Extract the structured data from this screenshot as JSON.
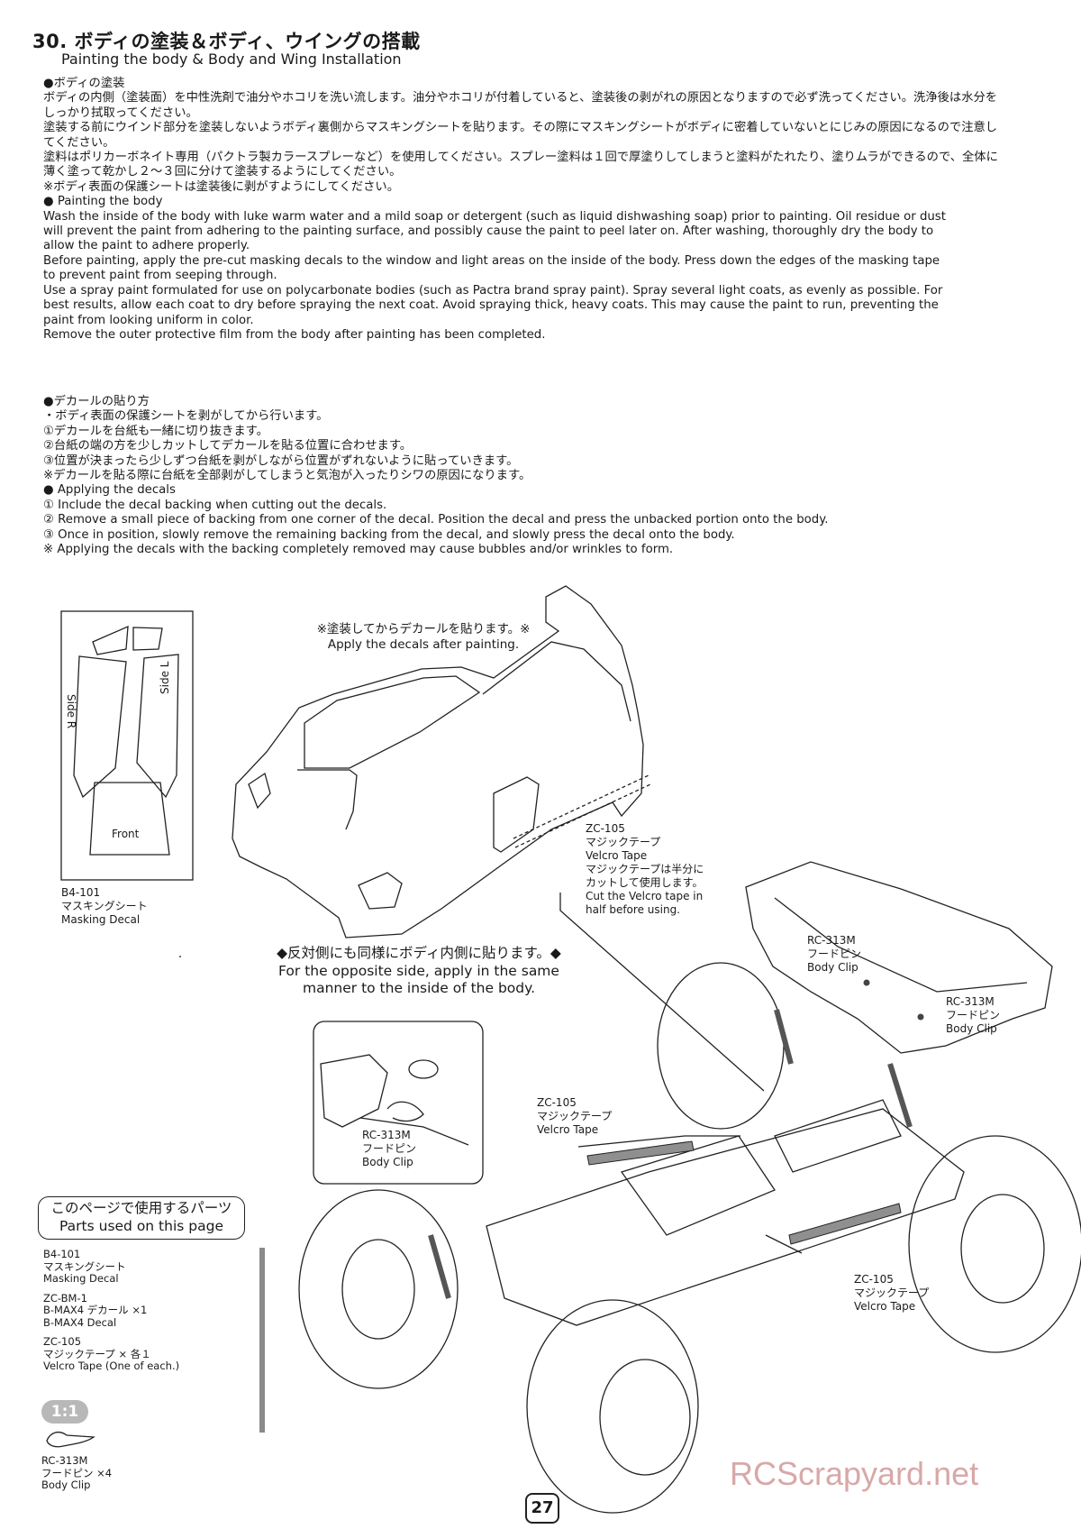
{
  "header": {
    "title_jp": "30. ボディの塗装＆ボディ、ウイングの搭載",
    "title_en": "Painting the body & Body and Wing Installation"
  },
  "painting": {
    "jp_heading": "●ボディの塗装",
    "jp_lines": [
      "ボディの内側（塗装面）を中性洗剤で油分やホコリを洗い流します。油分やホコリが付着していると、塗装後の剥がれの原因となりますので必ず洗ってください。洗浄後は水分を",
      "しっかり拭取ってください。",
      "塗装する前にウインド部分を塗装しないようボディ裏側からマスキングシートを貼ります。その際にマスキングシートがボディに密着していないとにじみの原因になるので注意し",
      "てください。",
      "塗料はポリカーボネイト専用（パクトラ製カラースプレーなど）を使用してください。スプレー塗料は１回で厚塗りしてしまうと塗料がたれたり、塗りムラができるので、全体に",
      "薄く塗って乾かし２～３回に分けて塗装するようにしてください。",
      "※ボディ表面の保護シートは塗装後に剥がすようにしてください。"
    ],
    "en_heading": "● Painting the body",
    "en_lines": [
      "Wash the inside of the body with luke warm water and a mild soap or detergent (such as liquid dishwashing soap) prior to painting. Oil residue or dust",
      "will prevent the paint from adhering to the painting surface, and possibly cause the paint to peel later on. After washing, thoroughly dry the body to",
      "allow the paint to adhere properly.",
      "Before painting, apply the pre-cut masking decals to the window and light areas on the inside of the body. Press down the edges of the masking tape",
      "to prevent paint from seeping through.",
      "Use a spray paint formulated for use on polycarbonate bodies (such as Pactra brand spray paint). Spray several light coats, as evenly as possible. For",
      "best results, allow each coat to dry before spraying the next coat. Avoid spraying thick, heavy coats. This may cause the paint to run, preventing the",
      "paint from looking uniform in color.",
      "Remove the outer protective film from the body after painting has been completed."
    ]
  },
  "decals": {
    "jp_heading": "●デカールの貼り方",
    "jp_lines": [
      "・ボディ表面の保護シートを剥がしてから行います。",
      "①デカールを台紙も一緒に切り抜きます。",
      "②台紙の端の方を少しカットしてデカールを貼る位置に合わせます。",
      "③位置が決まったら少しずつ台紙を剥がしながら位置がずれないように貼っていきます。",
      "※デカールを貼る際に台紙を全部剥がしてしまうと気泡が入ったりシワの原因になります。"
    ],
    "en_heading": "● Applying the decals",
    "en_lines": [
      "① Include the decal backing when cutting out the decals.",
      "② Remove a small piece of backing from one corner of the decal. Position the decal and press the unbacked portion onto the body.",
      "③ Once in position, slowly remove the remaining backing from the decal, and slowly press the decal onto the body.",
      "※ Applying the decals with the backing completely removed may cause bubbles and/or wrinkles to form."
    ]
  },
  "diagram": {
    "mask_side_r": "Side R",
    "mask_side_l": "Side L",
    "mask_front": "Front",
    "masking_code": "B4-101",
    "masking_jp": "マスキングシート",
    "masking_en": "Masking Decal",
    "decal_note_jp": "※塗装してからデカールを貼ります。※",
    "decal_note_en": "Apply the decals after painting.",
    "velcro_top": {
      "code": "ZC-105",
      "jp": "マジックテープ",
      "en": "Velcro Tape",
      "note_jp1": "マジックテープは半分に",
      "note_jp2": "カットして使用します。",
      "note_en1": "Cut the Velcro tape in",
      "note_en2": "half before using."
    },
    "opposite_jp": "◆反対側にも同様にボディ内側に貼ります。◆",
    "opposite_en1": "For the opposite side, apply in the same",
    "opposite_en2": "manner to the inside of the body.",
    "clip_wing_1": {
      "code": "RC-313M",
      "jp": "フードピン",
      "en": "Body Clip"
    },
    "clip_wing_2": {
      "code": "RC-313M",
      "jp": "フードピン",
      "en": "Body Clip"
    },
    "clip_inset": {
      "code": "RC-313M",
      "jp": "フードピン",
      "en": "Body Clip"
    },
    "velcro_mid": {
      "code": "ZC-105",
      "jp": "マジックテープ",
      "en": "Velcro Tape"
    },
    "velcro_low": {
      "code": "ZC-105",
      "jp": "マジックテープ",
      "en": "Velcro Tape"
    }
  },
  "parts": {
    "box_jp": "このページで使用するパーツ",
    "box_en": "Parts used on this page",
    "items": [
      {
        "code": "B4-101",
        "jp": "マスキングシート",
        "en": "Masking Decal"
      },
      {
        "code": "ZC-BM-1",
        "jp": "B-MAX4 デカール ×1",
        "en": "B-MAX4 Decal"
      },
      {
        "code": "ZC-105",
        "jp": "マジックテープ × 各１",
        "en": "Velcro Tape (One of each.)"
      },
      {
        "code": "RC-313M",
        "jp": "フードピン ×4",
        "en": "Body Clip"
      }
    ],
    "scale": "1:1"
  },
  "page_number": "27",
  "watermark": "RCScrapyard.net"
}
